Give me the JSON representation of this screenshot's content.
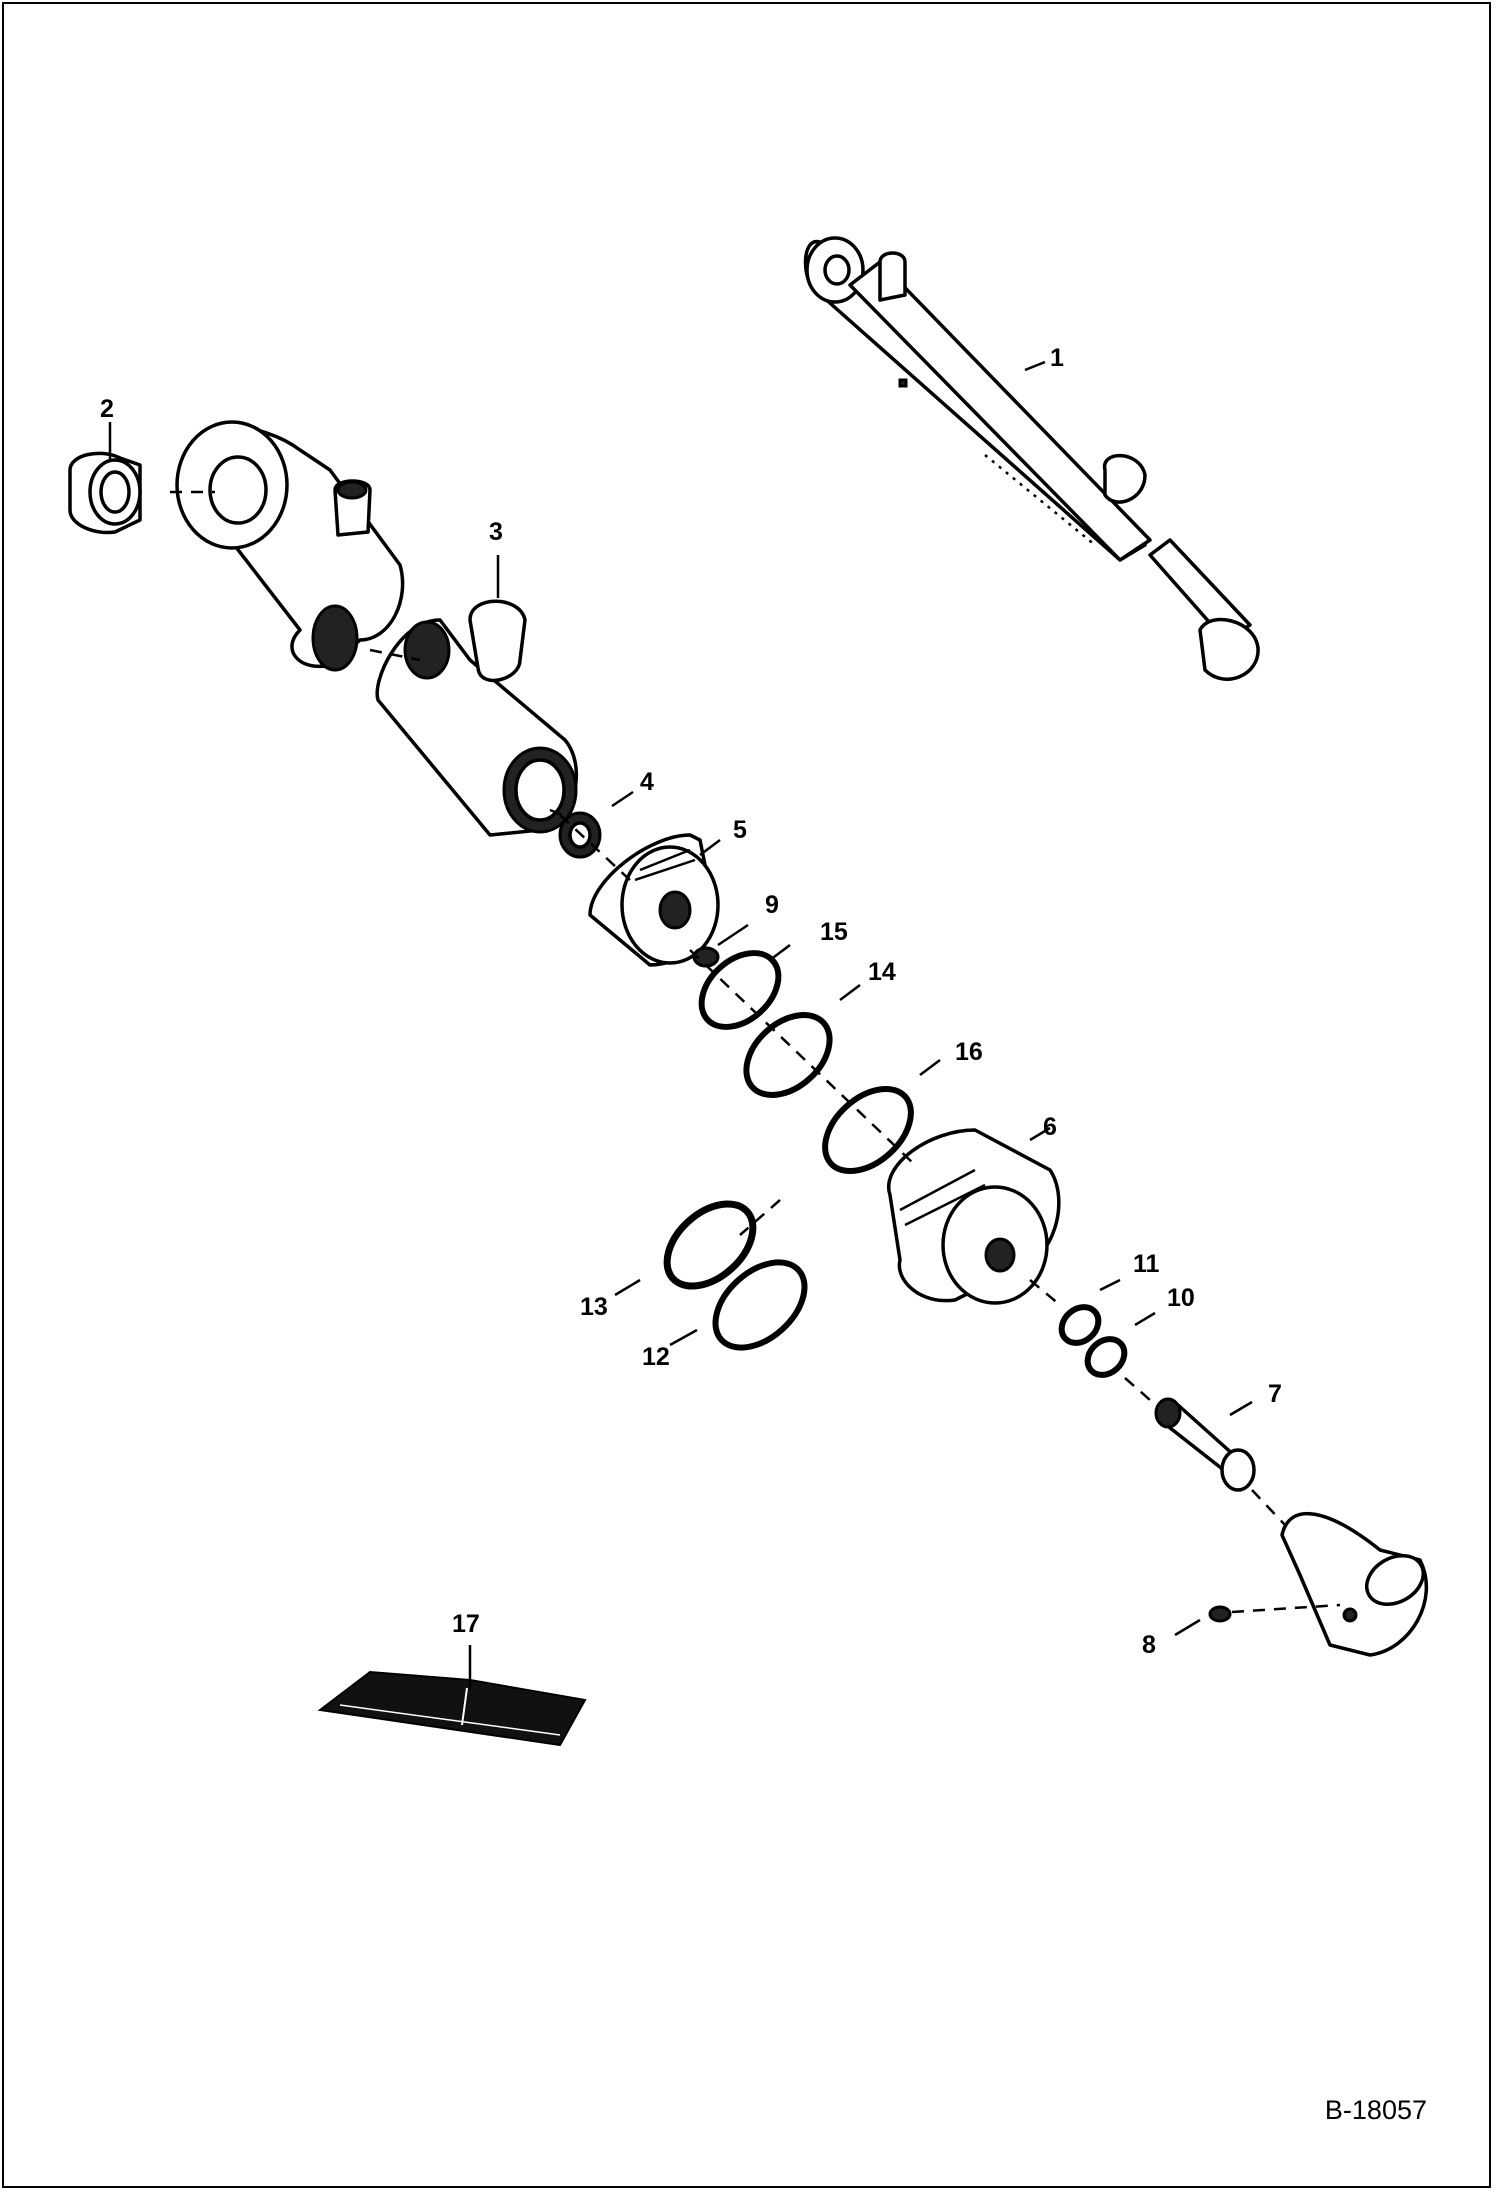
{
  "drawing_number": "B-18057",
  "callouts": [
    "1",
    "2",
    "3",
    "4",
    "5",
    "6",
    "7",
    "8",
    "9",
    "10",
    "11",
    "12",
    "13",
    "14",
    "15",
    "16",
    "17"
  ]
}
